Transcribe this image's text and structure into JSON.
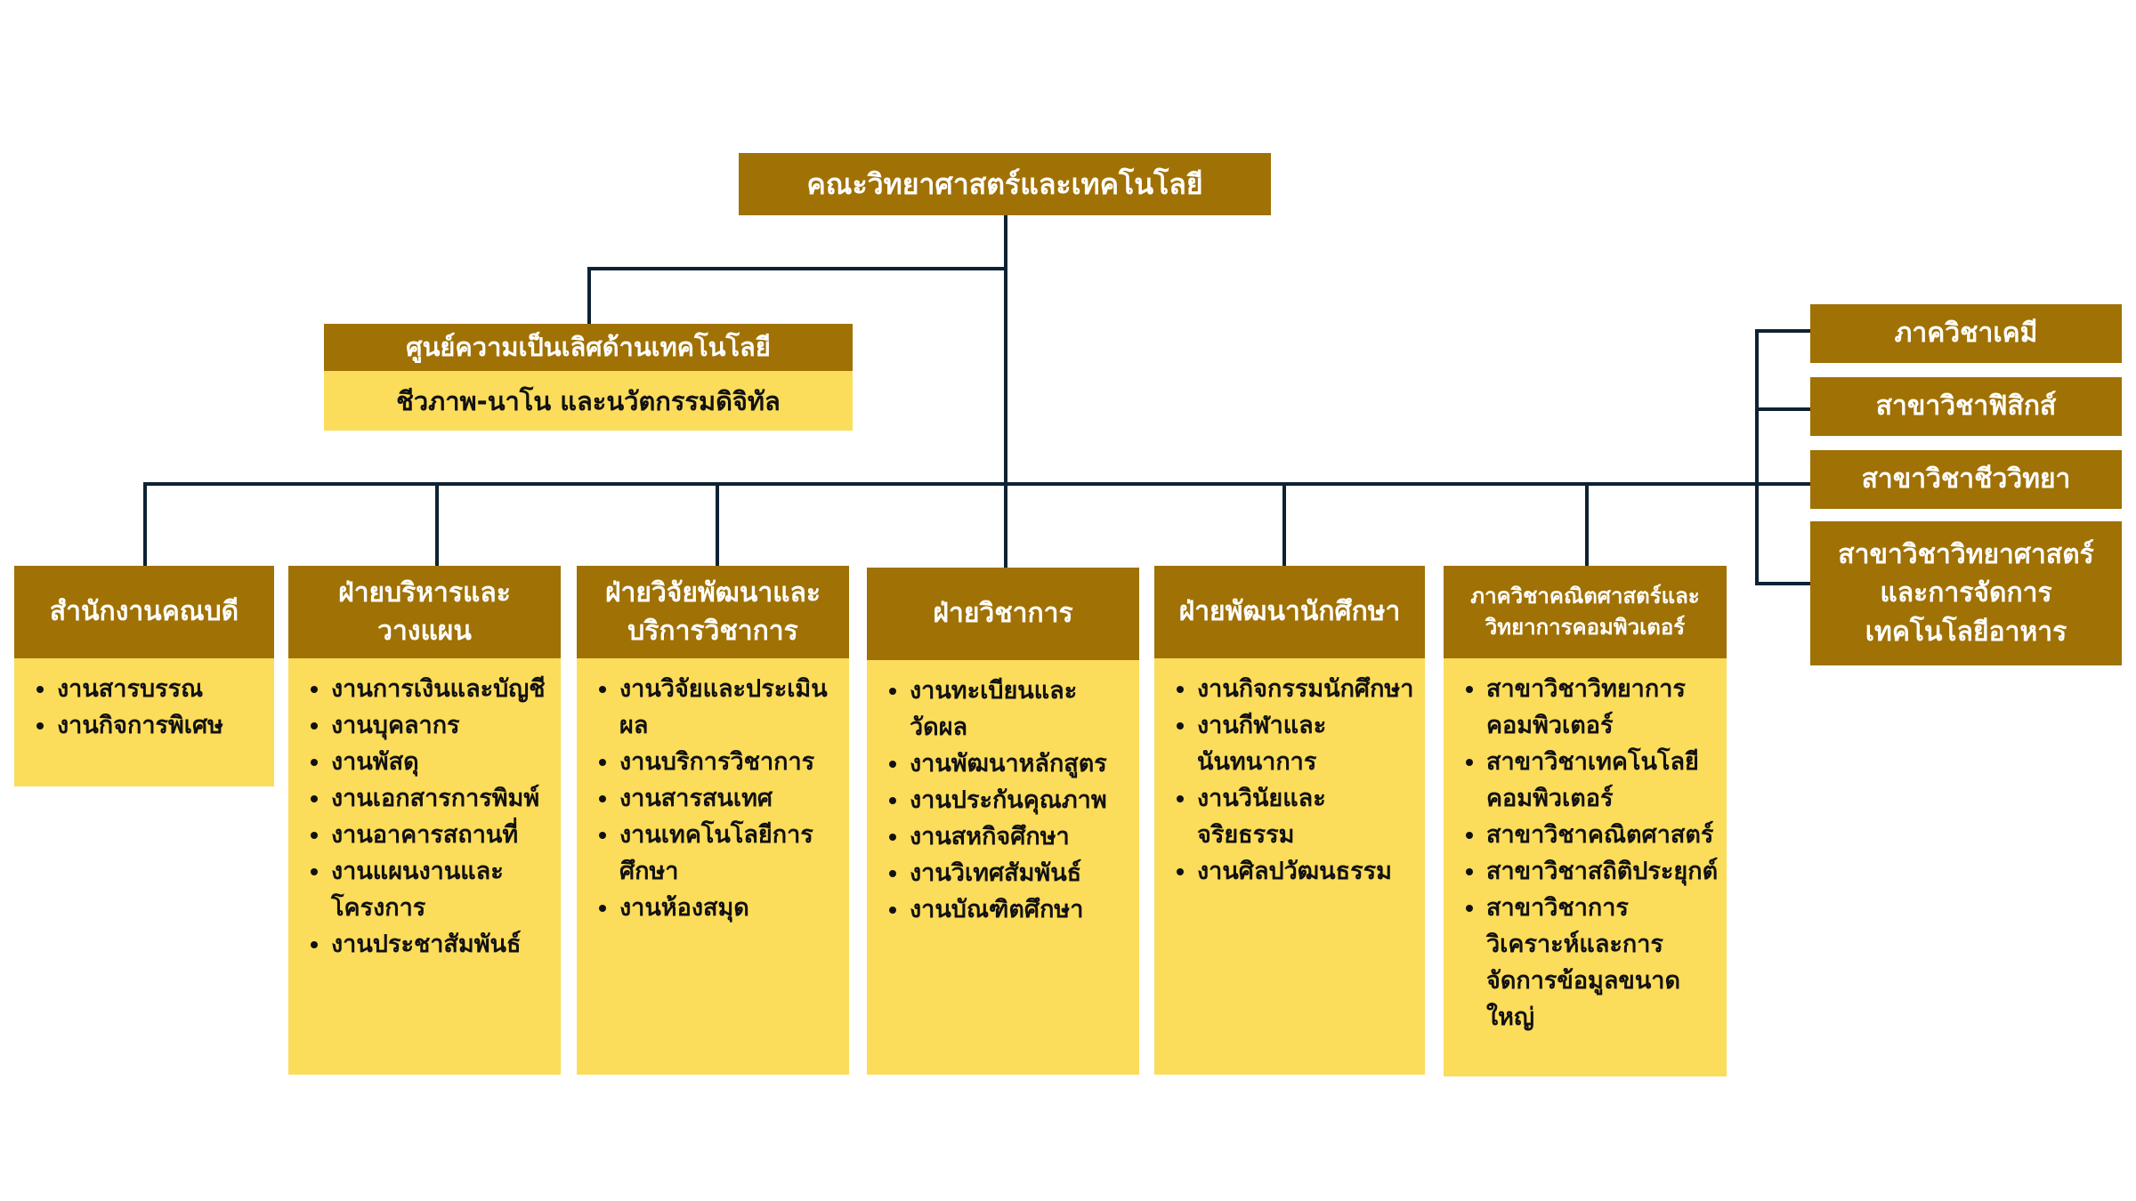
{
  "root": {
    "title": "คณะวิทยาศาสตร์และเทคโนโลยี"
  },
  "center": {
    "title": "ศูนย์ความเป็นเลิศด้านเทคโนโลยี",
    "subtitle": "ชีวภาพ-นาโน และนวัตกรรมดิจิทัล"
  },
  "departments": [
    {
      "name": "สำนักงานคณบดี",
      "items": [
        "งานสารบรรณ",
        "งานกิจการพิเศษ"
      ]
    },
    {
      "name": "ฝ่ายบริหารและวางแผน",
      "items": [
        "งานการเงินและบัญชี",
        "งานบุคลากร",
        "งานพัสดุ",
        "งานเอกสารการพิมพ์",
        "งานอาคารสถานที่",
        "งานแผนงานและโครงการ",
        "งานประชาสัมพันธ์"
      ]
    },
    {
      "name": "ฝ่ายวิจัยพัฒนาและบริการวิชาการ",
      "items": [
        "งานวิจัยและประเมินผล",
        "งานบริการวิชาการ",
        "งานสารสนเทศ",
        "งานเทคโนโลยีการศึกษา",
        "งานห้องสมุด"
      ]
    },
    {
      "name": "ฝ่ายวิชาการ",
      "items": [
        "งานทะเบียนและวัดผล",
        "งานพัฒนาหลักสูตร",
        "งานประกันคุณภาพ",
        "งานสหกิจศึกษา",
        "งานวิเทศสัมพันธ์",
        "งานบัณฑิตศึกษา"
      ]
    },
    {
      "name": "ฝ่ายพัฒนานักศึกษา",
      "items": [
        "งานกิจกรรมนักศึกษา",
        "งานกีฬาและนันทนาการ",
        "งานวินัยและจริยธรรม",
        "งานศิลปวัฒนธรรม"
      ]
    },
    {
      "name": "ภาควิชาคณิตศาสตร์และวิทยาการคอมพิวเตอร์",
      "items": [
        "สาขาวิชาวิทยาการคอมพิวเตอร์",
        "สาขาวิชาเทคโนโลยีคอมพิวเตอร์",
        "สาขาวิชาคณิตศาสตร์",
        "สาขาวิชาสถิติประยุกต์",
        "สาขาวิชาการวิเคราะห์และการจัดการข้อมูลขนาดใหญ่"
      ]
    }
  ],
  "right_units": [
    {
      "name": "ภาควิชาเคมี"
    },
    {
      "name": "สาขาวิชาฟิสิกส์"
    },
    {
      "name": "สาขาวิชาชีววิทยา"
    },
    {
      "name": "สาขาวิชาวิทยาศาสตร์และการจัดการเทคโนโลยีอาหาร"
    }
  ],
  "colors": {
    "header": "#A07104",
    "body": "#FCDC5B",
    "line": "#0D2233",
    "header_text": "#FFFFFF"
  },
  "icons": {
    "bullet": "disc-bullet-icon"
  }
}
